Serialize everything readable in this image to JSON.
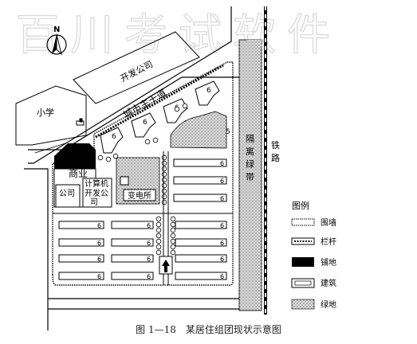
{
  "watermark": "百川考试软件",
  "north": "N",
  "labels": {
    "school": "小学",
    "dev_company_top": "开发公司",
    "main_road": "城市主干道",
    "commercial": "商业",
    "company": "公司",
    "computer_company_1": "计算机",
    "computer_company_2": "开发公",
    "computer_company_3": "司",
    "substation": "变电所",
    "green_belt": [
      "隔",
      "离",
      "绿",
      "带"
    ],
    "railway": [
      "铁",
      "路"
    ],
    "floors_6": "6",
    "floors_5": "5"
  },
  "legend": {
    "title": "图例",
    "items": [
      {
        "key": "wall",
        "label": "围墙"
      },
      {
        "key": "railing",
        "label": "栏杆"
      },
      {
        "key": "paving",
        "label": "铺地"
      },
      {
        "key": "building",
        "label": "建筑"
      },
      {
        "key": "greenery",
        "label": "绿地"
      }
    ]
  },
  "caption": "图 1—18　某居住组团现状示意图"
}
